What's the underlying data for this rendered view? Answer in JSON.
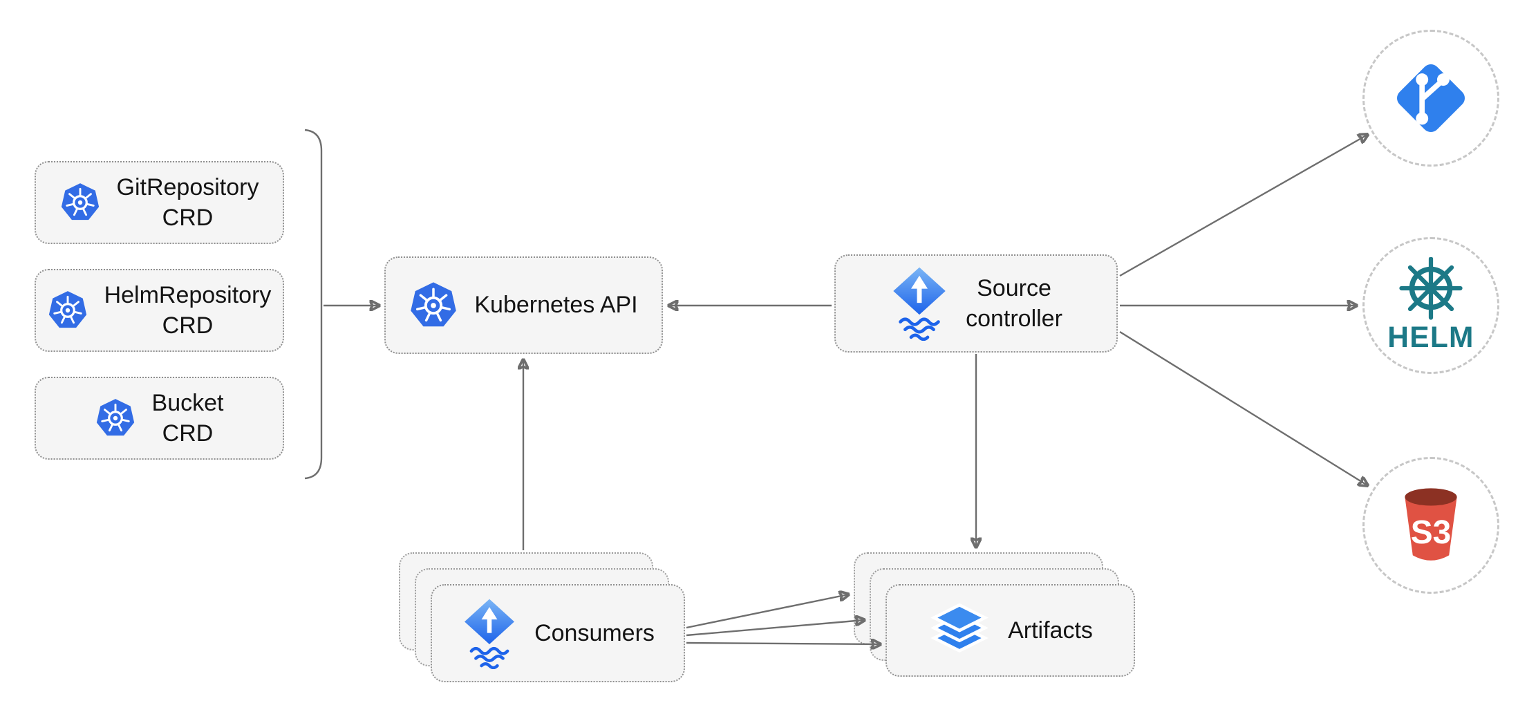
{
  "nodes": {
    "crds": [
      {
        "line1": "GitRepository",
        "line2": "CRD",
        "icon": "kubernetes-icon"
      },
      {
        "line1": "HelmRepository",
        "line2": "CRD",
        "icon": "kubernetes-icon"
      },
      {
        "line1": "Bucket",
        "line2": "CRD",
        "icon": "kubernetes-icon"
      }
    ],
    "kubernetes_api": {
      "label": "Kubernetes API",
      "icon": "kubernetes-icon"
    },
    "source_controller": {
      "line1": "Source",
      "line2": "controller",
      "icon": "flux-icon"
    },
    "consumers": {
      "label": "Consumers",
      "icon": "flux-icon"
    },
    "artifacts": {
      "label": "Artifacts",
      "icon": "layers-icon"
    },
    "externals": {
      "git": {
        "icon": "git-icon"
      },
      "helm": {
        "label": "HELM",
        "icon": "helm-icon"
      },
      "s3": {
        "label": "S3",
        "icon": "s3-icon"
      }
    }
  },
  "connections": [
    {
      "from": "crd-group",
      "to": "kubernetes-api"
    },
    {
      "from": "source-controller",
      "to": "kubernetes-api"
    },
    {
      "from": "source-controller",
      "to": "git"
    },
    {
      "from": "source-controller",
      "to": "helm"
    },
    {
      "from": "source-controller",
      "to": "s3"
    },
    {
      "from": "source-controller",
      "to": "artifacts"
    },
    {
      "from": "consumers",
      "to": "kubernetes-api"
    },
    {
      "from": "consumers",
      "to": "artifacts"
    }
  ],
  "colors": {
    "kubernetes_blue": "#326CE5",
    "flux_blue": "#1D63EA",
    "git_blue": "#2F80ED",
    "helm_teal": "#1C7987",
    "s3_red": "#E05243",
    "s3_dark_red": "#8C3123",
    "arrow_gray": "#6E6E6E",
    "node_background": "#F5F5F5",
    "node_border": "#8F8F8F",
    "circle_border": "#C7C7C7"
  }
}
